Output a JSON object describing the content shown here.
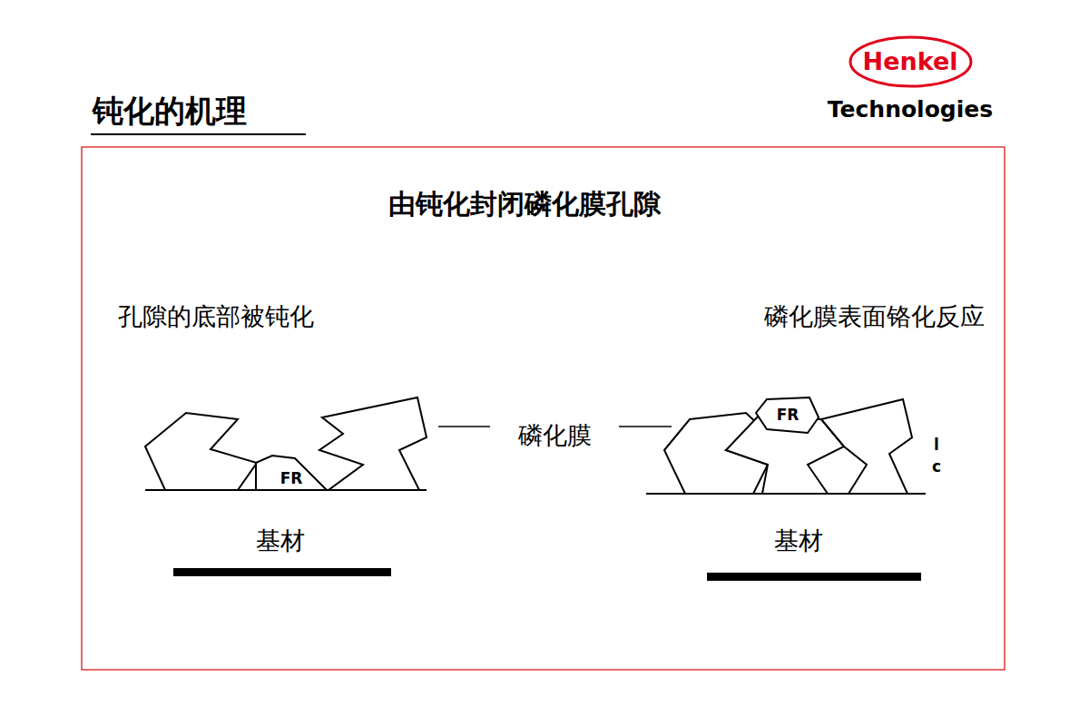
{
  "diagram": {
    "title": "钝化的机理",
    "nodes": [
      {
        "text": [
          "Henkel"
        ]
      },
      {
        "text": [
          "FR"
        ]
      },
      {
        "text": [
          "FR"
        ]
      }
    ],
    "labels": [
      "Technologies",
      "由钝化封闭磷化膜孔隙",
      "孔隙的底部被钝化",
      "磷化膜表面铬化反应",
      "磷化膜",
      "基材",
      "基材",
      "l",
      "c"
    ]
  }
}
